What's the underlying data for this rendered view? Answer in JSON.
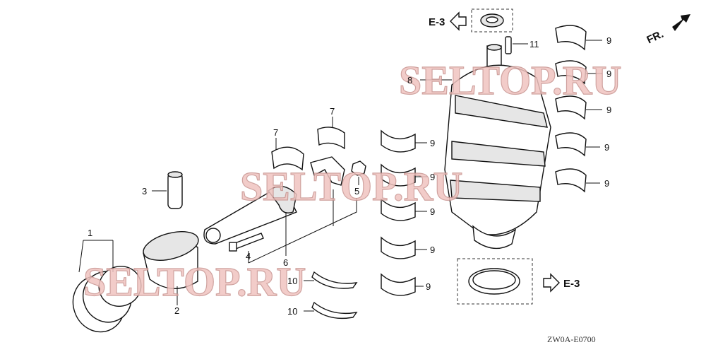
{
  "diagram": {
    "code": "ZW0A-E0700",
    "direction_label": "FR.",
    "ref_labels": [
      "E-3",
      "E-3"
    ],
    "watermark": "SELTOP.RU",
    "callouts": {
      "piston_rings": "1",
      "piston": "2",
      "piston_pin": "3",
      "rod_bolt": "4",
      "rod_nut": "5",
      "connecting_rod": "6",
      "rod_bearing_a": "7",
      "rod_bearing_b": "7",
      "crankshaft": "8",
      "main_bearing": "9",
      "thrust_washer_a": "10",
      "thrust_washer_b": "10",
      "dowel_pin": "11"
    }
  }
}
